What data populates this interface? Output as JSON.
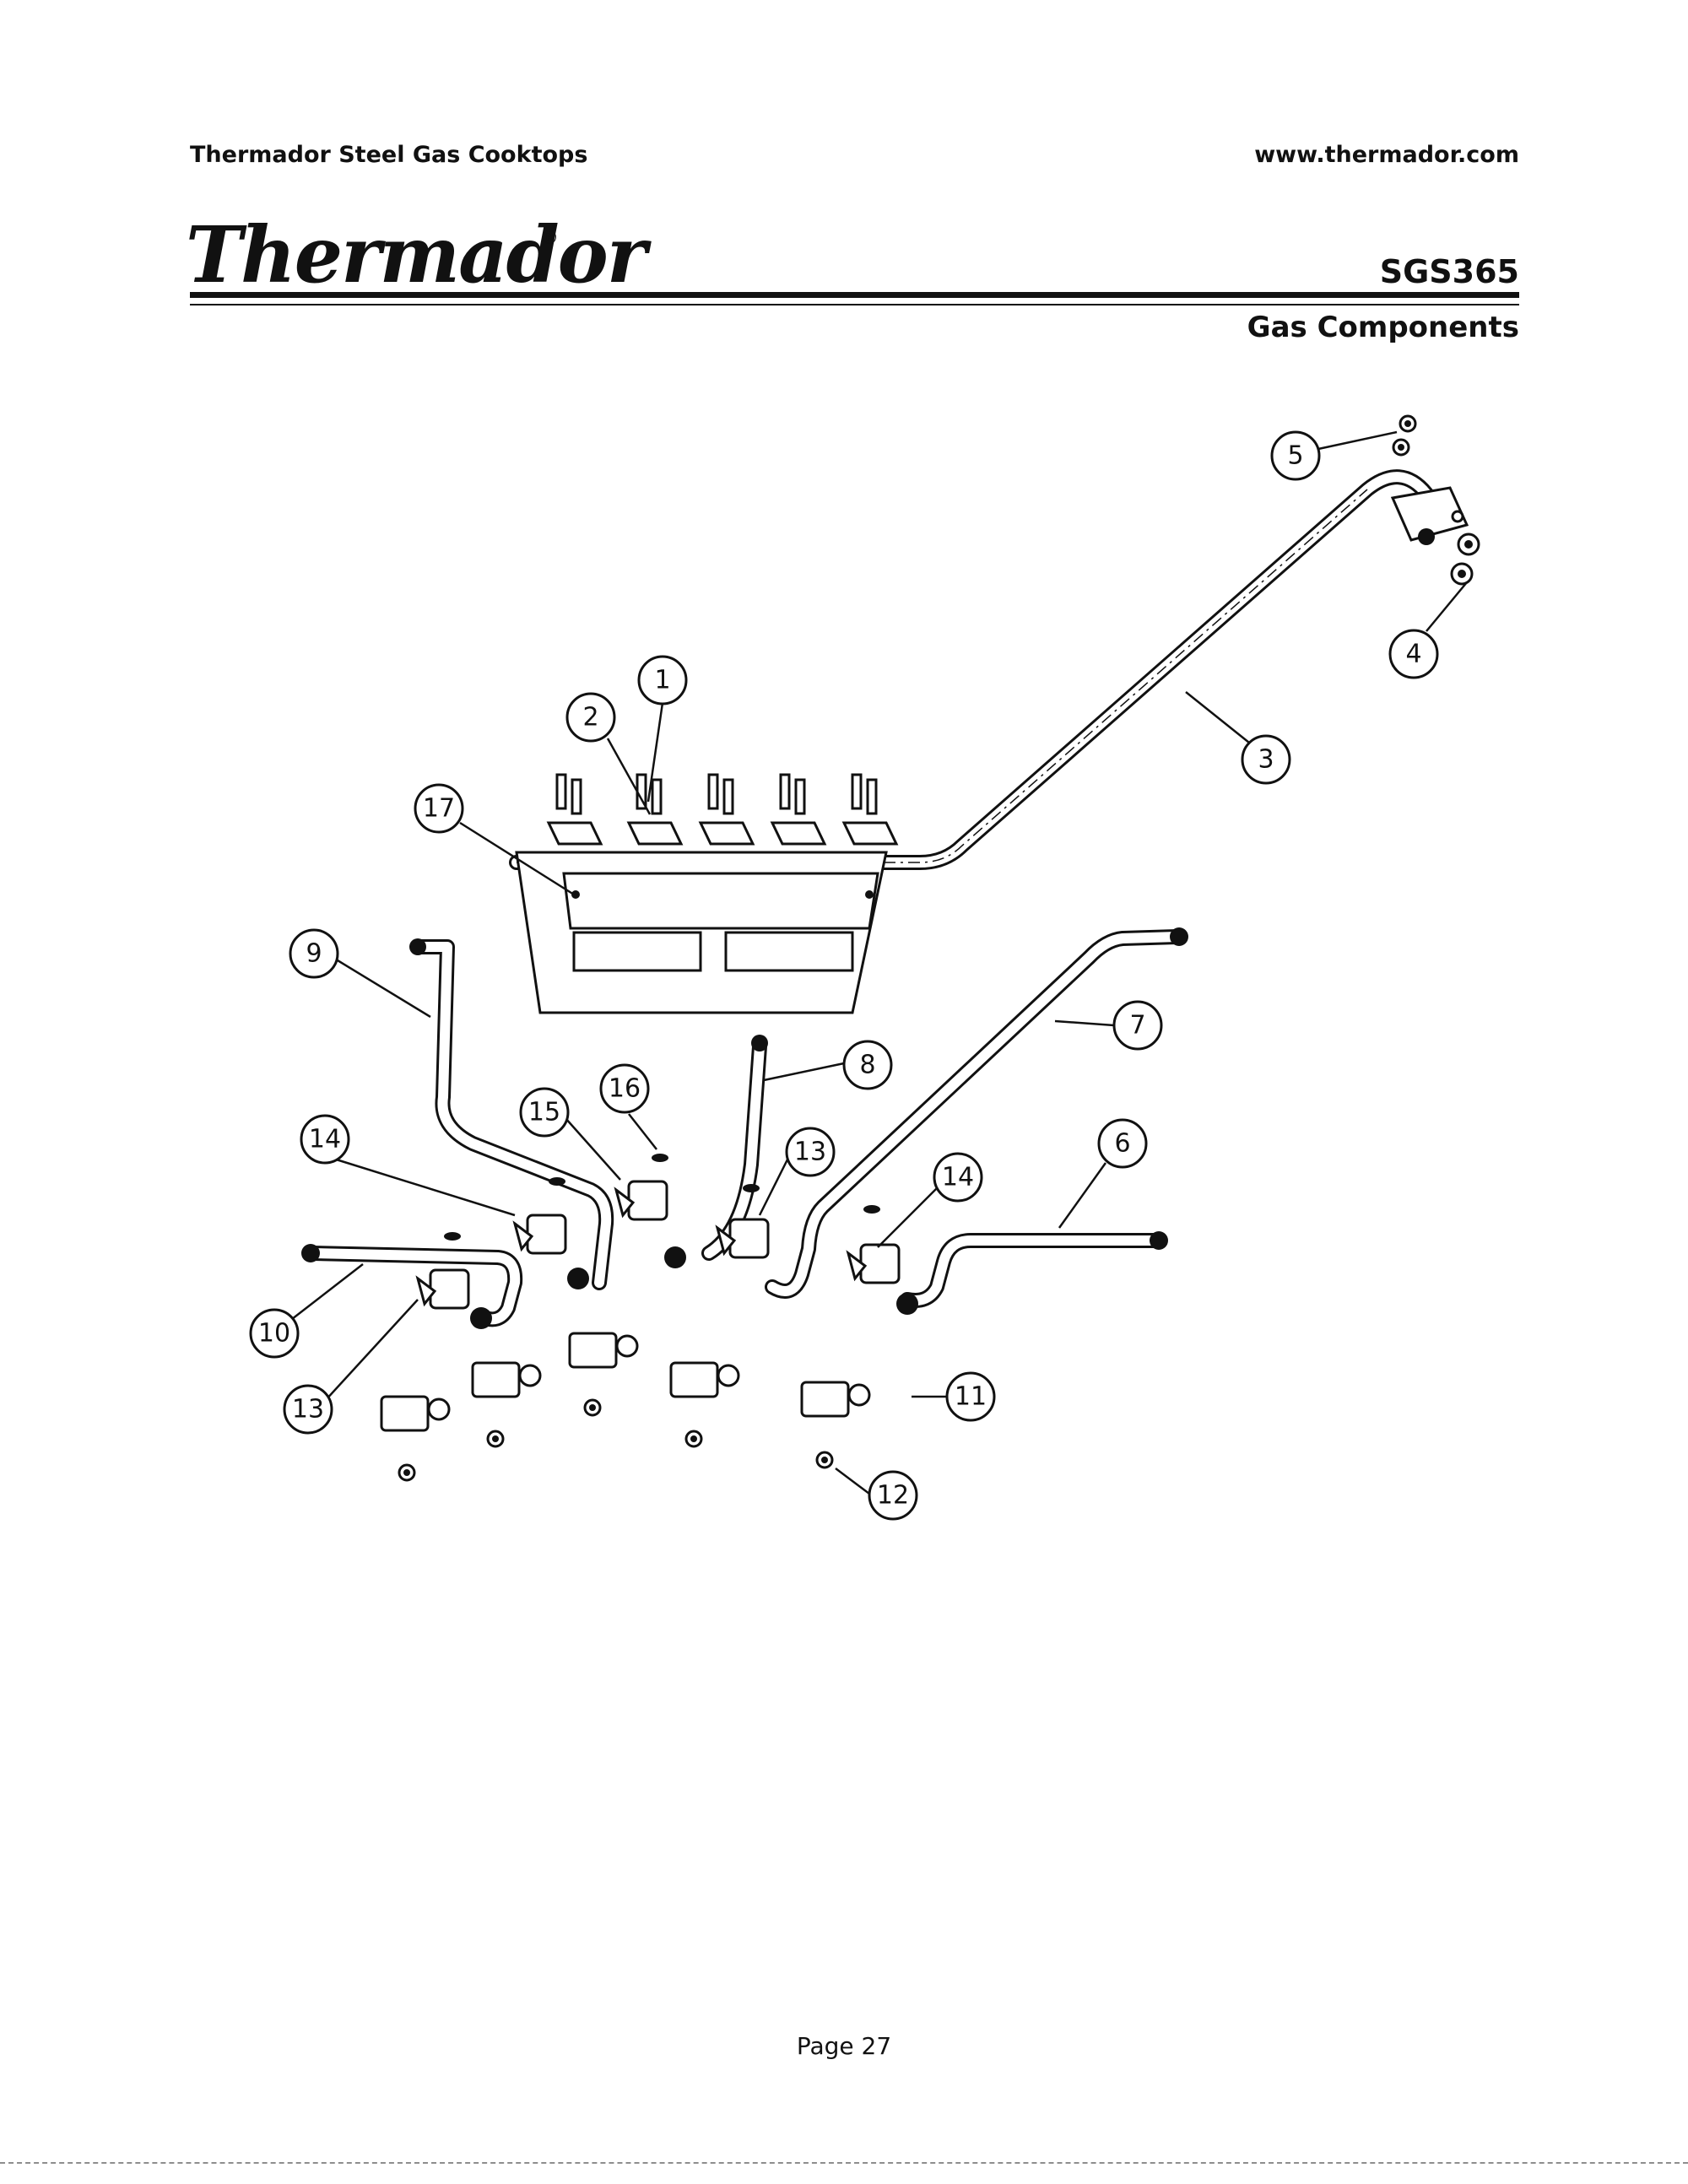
{
  "header": {
    "left": "Thermador Steel Gas Cooktops",
    "right": "www.thermador.com",
    "logo": "Thermador",
    "registered": "®",
    "model": "SGS365",
    "section": "Gas Components"
  },
  "callouts": [
    "1",
    "2",
    "3",
    "4",
    "5",
    "6",
    "7",
    "8",
    "9",
    "10",
    "11",
    "12",
    "13",
    "13",
    "14",
    "14",
    "15",
    "16",
    "17"
  ],
  "footer": {
    "page": "Page 27"
  }
}
